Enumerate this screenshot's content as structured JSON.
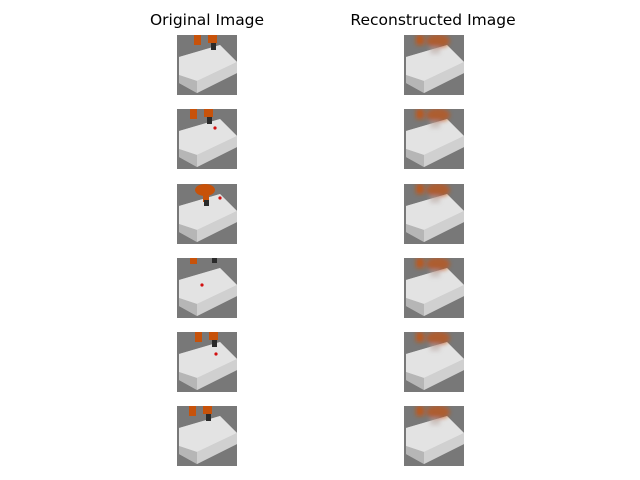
{
  "titles": {
    "original": "Original Image",
    "reconstructed": "Reconstructed Image"
  },
  "rows": [
    {
      "original": {
        "arm": "upper-center",
        "red_dot": false
      },
      "reconstructed": {
        "style": "blurred"
      }
    },
    {
      "original": {
        "arm": "upper-center",
        "red_dot": true
      },
      "reconstructed": {
        "style": "blurred"
      }
    },
    {
      "original": {
        "arm": "over-table",
        "red_dot": true
      },
      "reconstructed": {
        "style": "blurred"
      }
    },
    {
      "original": {
        "arm": "upper-left",
        "red_dot": true
      },
      "reconstructed": {
        "style": "blurred"
      }
    },
    {
      "original": {
        "arm": "upper-center",
        "red_dot": true
      },
      "reconstructed": {
        "style": "blurred"
      }
    },
    {
      "original": {
        "arm": "upper-center",
        "red_dot": false
      },
      "reconstructed": {
        "style": "blurred"
      }
    }
  ],
  "colors": {
    "background": "#787878",
    "table_top": "#e3e3e3",
    "table_side": "#c4c4c4",
    "robot_arm": "#c7520a",
    "gripper": "#2a2a2a",
    "target": "#d21010"
  }
}
